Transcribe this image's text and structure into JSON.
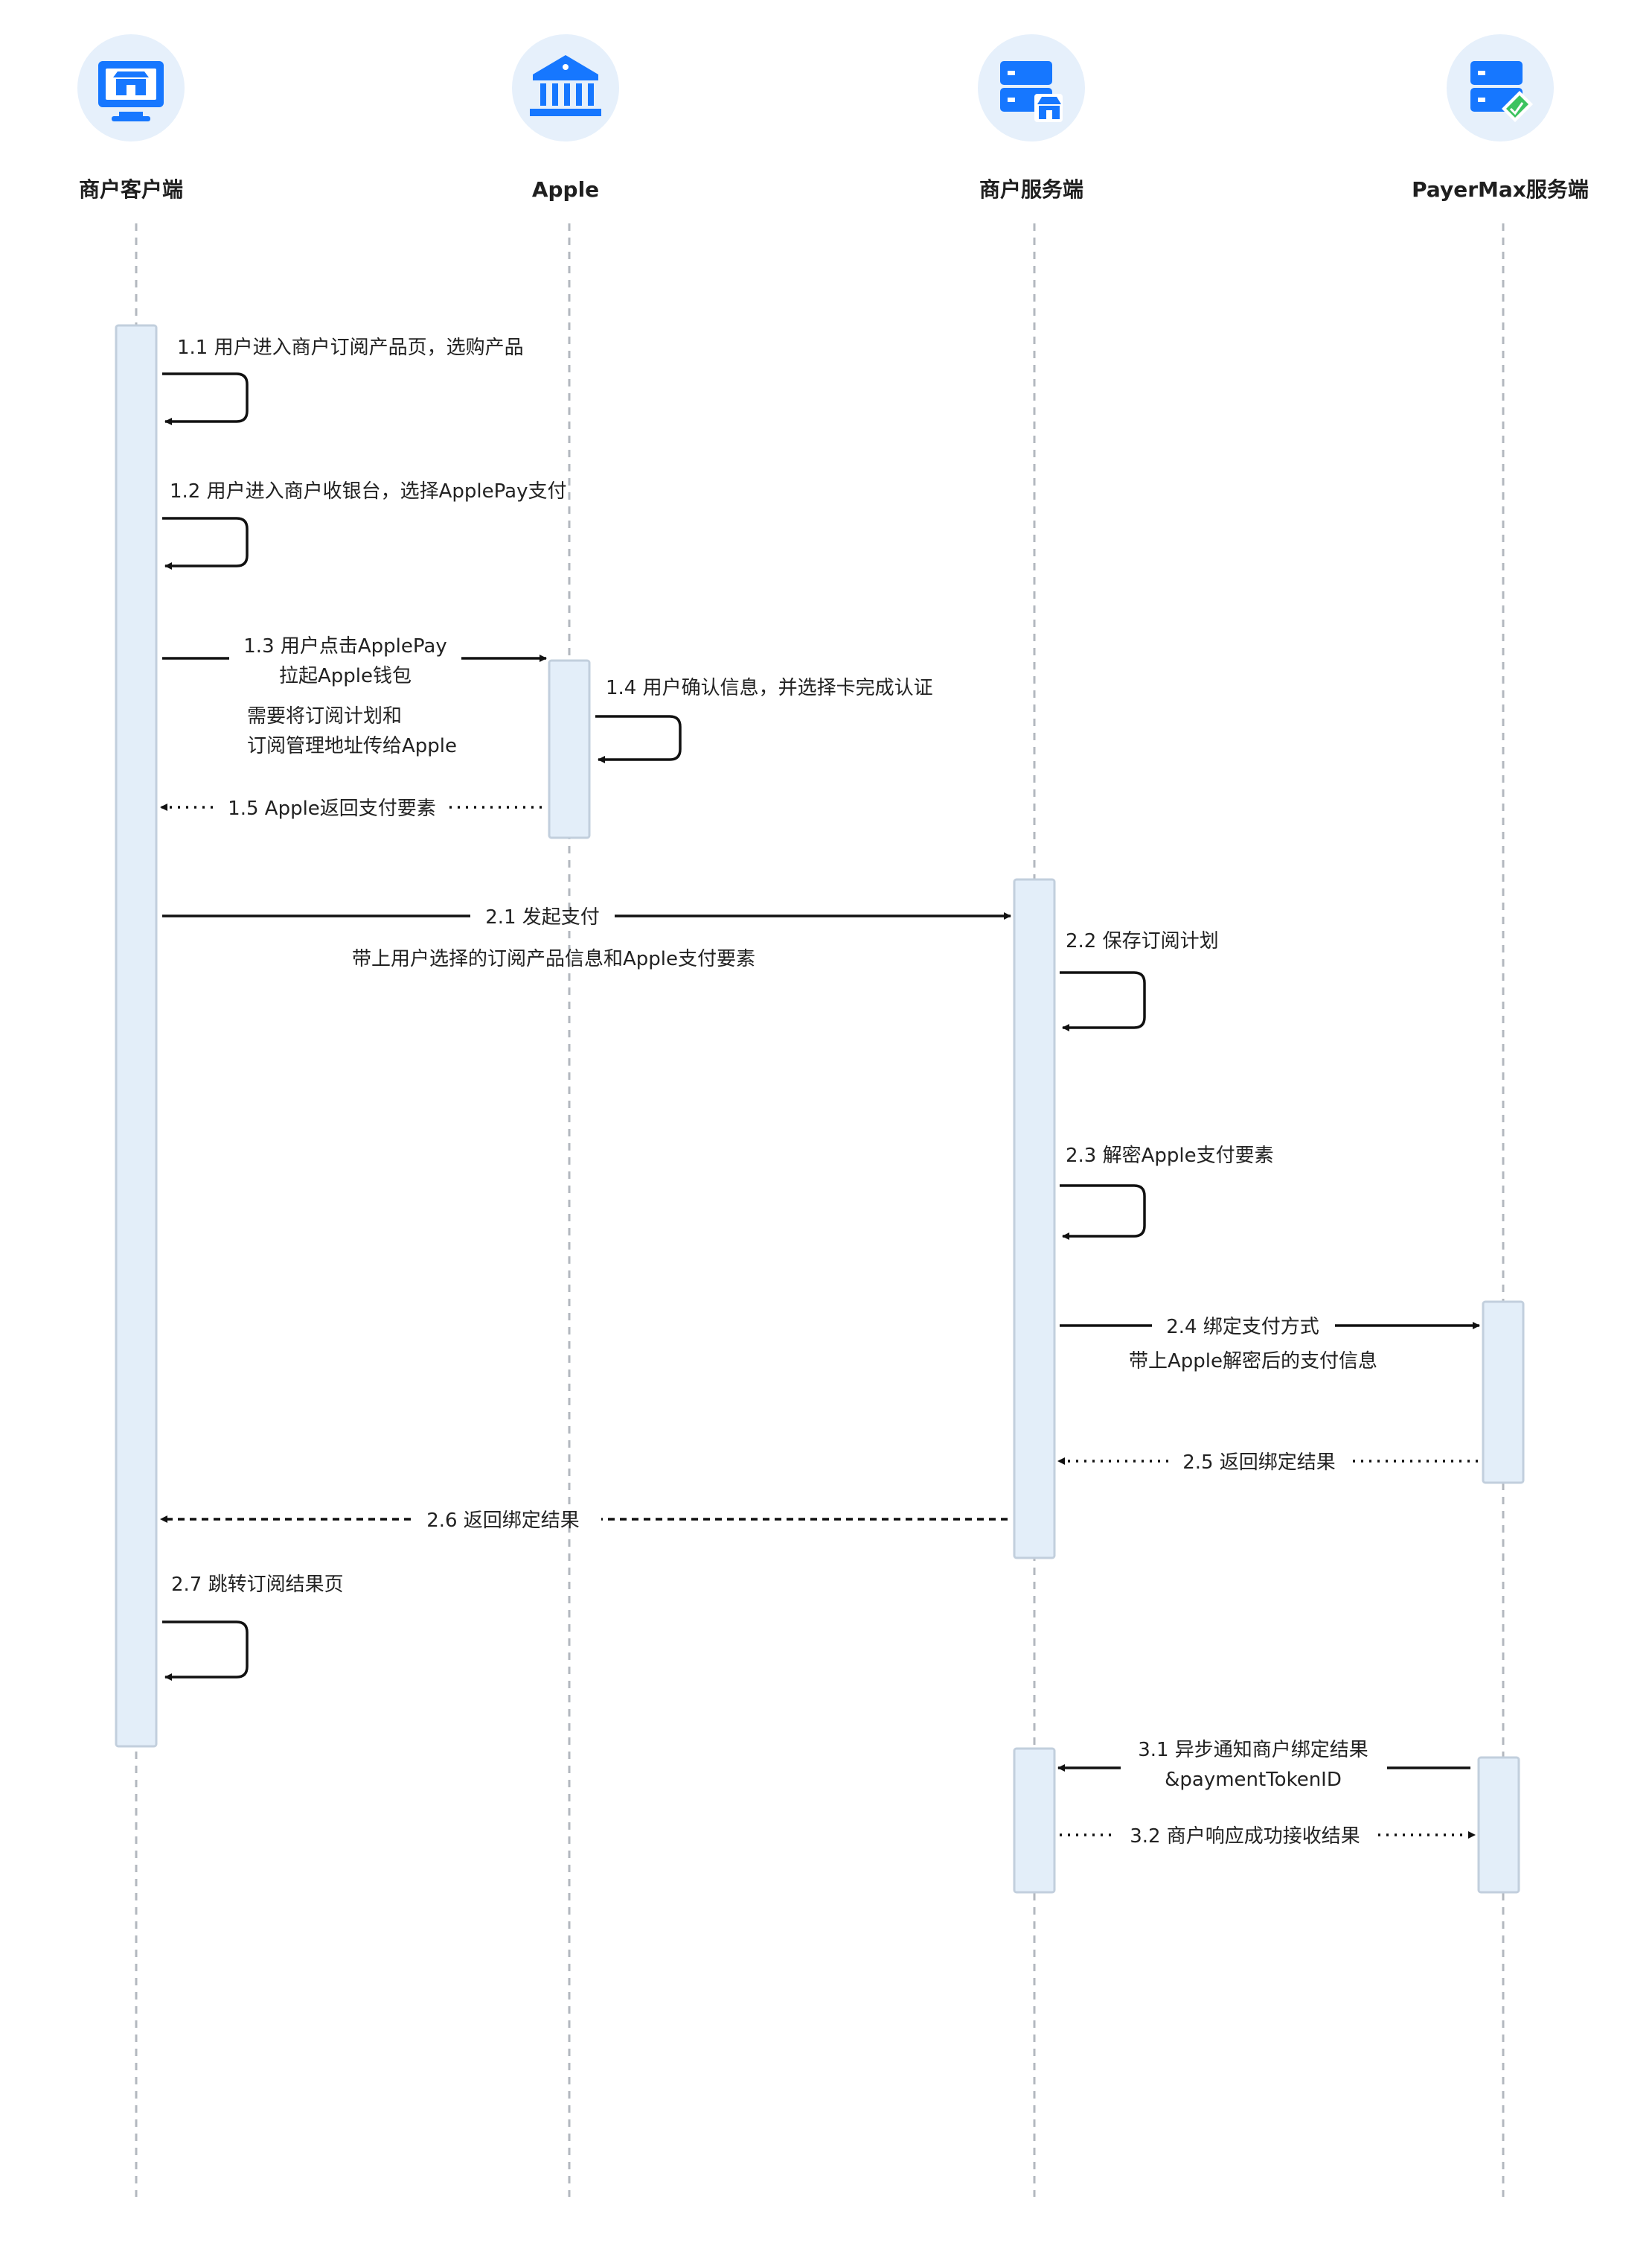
{
  "participants": [
    {
      "key": "client",
      "label": "商户客户端",
      "icon": "merchant-monitor-icon"
    },
    {
      "key": "apple",
      "label": "Apple",
      "icon": "bank-building-icon"
    },
    {
      "key": "server",
      "label": "商户服务端",
      "icon": "merchant-server-icon"
    },
    {
      "key": "payermax",
      "label": "PayerMax服务端",
      "icon": "payermax-server-icon"
    }
  ],
  "messages": {
    "m1_1": "1.1 用户进入商户订阅产品页，选购产品",
    "m1_2": "1.2 用户进入商户收银台，选择ApplePay支付",
    "m1_3_line1": "1.3 用户点击ApplePay",
    "m1_3_line2": "拉起Apple钱包",
    "m1_3_note1": "需要将订阅计划和",
    "m1_3_note2": "订阅管理地址传给Apple",
    "m1_4": "1.4 用户确认信息，并选择卡完成认证",
    "m1_5": "1.5 Apple返回支付要素",
    "m2_1": "2.1 发起支付",
    "m2_1_note": "带上用户选择的订阅产品信息和Apple支付要素",
    "m2_2": "2.2 保存订阅计划",
    "m2_3": "2.3 解密Apple支付要素",
    "m2_4": "2.4 绑定支付方式",
    "m2_4_note": "带上Apple解密后的支付信息",
    "m2_5": "2.5 返回绑定结果",
    "m2_6": "2.6 返回绑定结果",
    "m2_7": "2.7 跳转订阅结果页",
    "m3_1_line1": "3.1 异步通知商户绑定结果",
    "m3_1_line2": "&paymentTokenID",
    "m3_2": "3.2 商户响应成功接收结果"
  },
  "colors": {
    "icon_circle": "#e6f0fb",
    "icon_blue": "#1677ff",
    "icon_green": "#3cc35f",
    "activation_fill": "#e3eef9",
    "activation_stroke": "#c2cfdd",
    "lifeline": "#b3b8bf",
    "arrow": "#111111"
  }
}
